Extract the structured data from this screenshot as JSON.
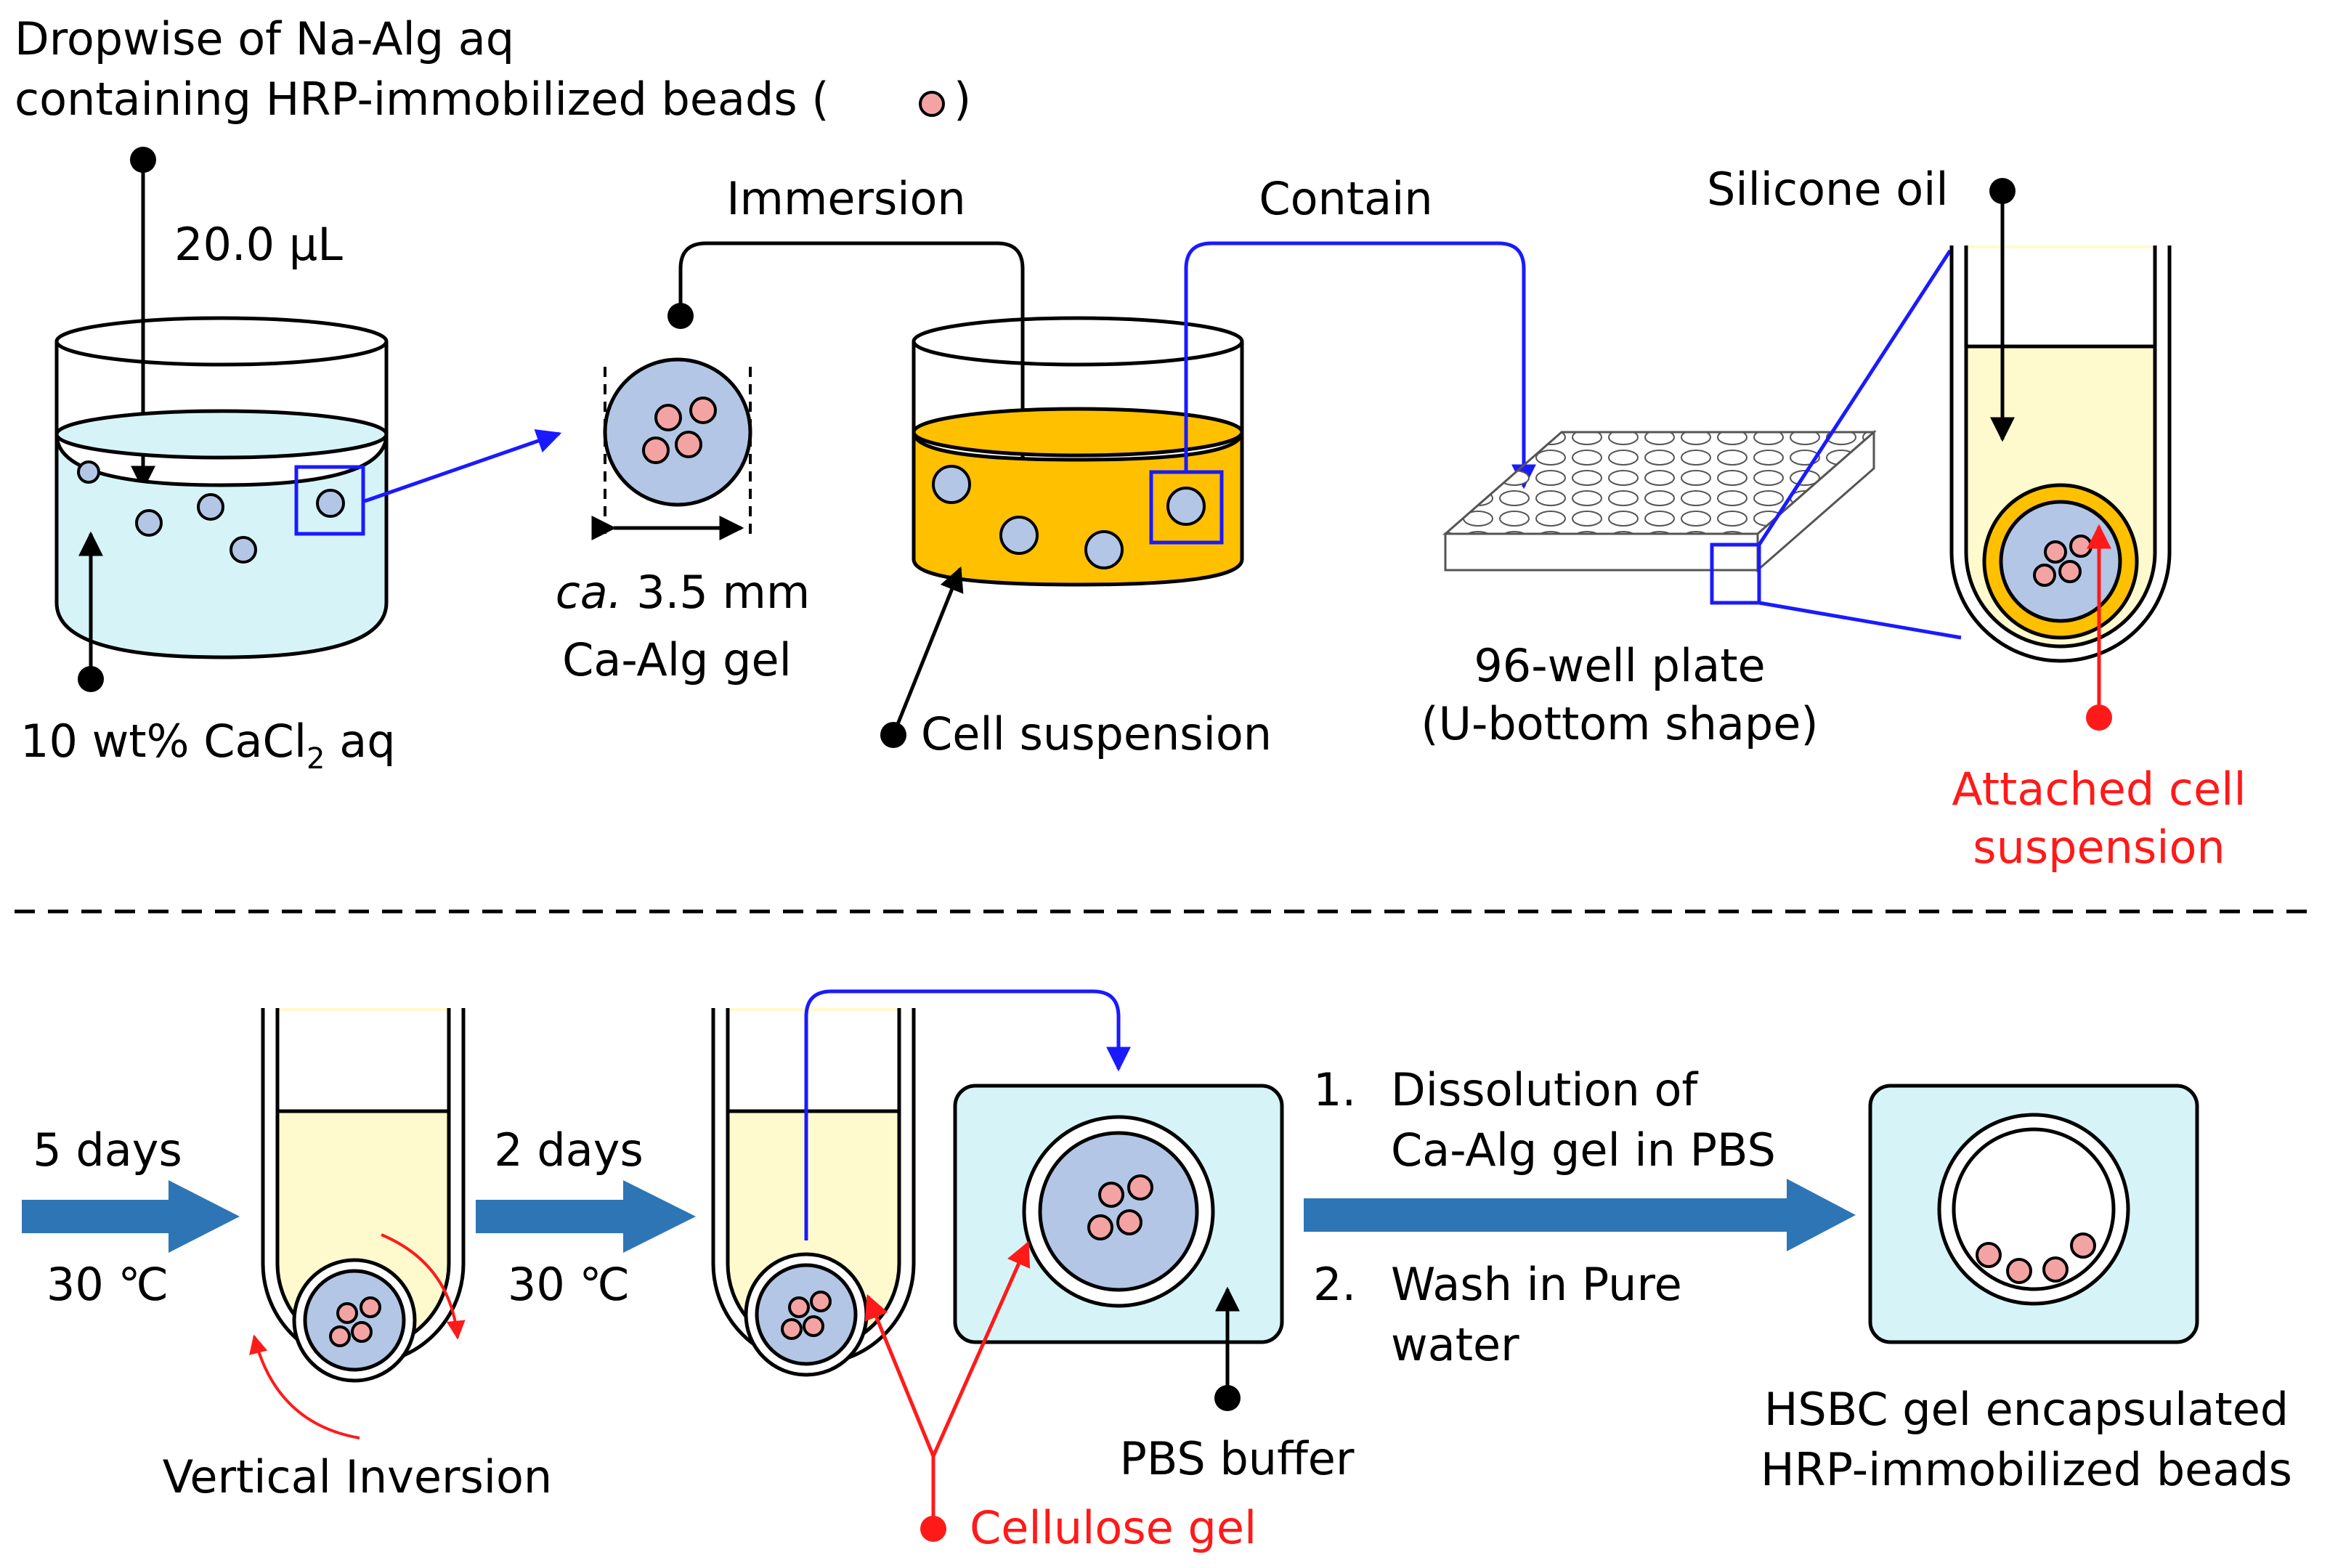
{
  "colors": {
    "black": "#000000",
    "blue": "#1a1aff",
    "red": "#ff1a1a",
    "cacl2_liquid": "#d6f4f8",
    "gel_bead": "#b3c6e6",
    "hrp_bead": "#f4a3a3",
    "cell_suspension": "#ffc000",
    "silicone_oil": "#fffacd",
    "pbs": "#d6f4f8",
    "flow_arrow": "#2e75b6"
  },
  "labels": {
    "dropwise_line1": "Dropwise of Na-Alg aq",
    "dropwise_line2_prefix": "containing HRP-immobilized beads (",
    "dropwise_line2_suffix": ")",
    "volume": "20.0 μL",
    "cacl2_prefix": "10 wt% CaCl",
    "cacl2_sub": "2",
    "cacl2_suffix": " aq",
    "immersion": "Immersion",
    "contain": "Contain",
    "size_italic": "ca.",
    "size_value": " 3.5 mm",
    "ca_alg_gel": "Ca-Alg gel",
    "cell_suspension": "Cell suspension",
    "plate_line1": "96-well plate",
    "plate_line2": "(U-bottom shape)",
    "silicone_oil": "Silicone oil",
    "attached_line1": "Attached cell",
    "attached_line2": "suspension",
    "step1_days": "5 days",
    "step1_temp": "30 ℃",
    "step2_days": "2 days",
    "step2_temp": "30 ℃",
    "vertical_inversion": "Vertical Inversion",
    "cellulose_gel": "Cellulose gel",
    "pbs_buffer": "PBS buffer",
    "proc1_num": "1.",
    "proc1_line1": "Dissolution of",
    "proc1_line2": "Ca-Alg gel in PBS",
    "proc2_num": "2.",
    "proc2_line1": "Wash in Pure",
    "proc2_line2": "water",
    "hsbc_line1": "HSBC gel encapsulated",
    "hsbc_line2": "HRP-immobilized beads"
  }
}
